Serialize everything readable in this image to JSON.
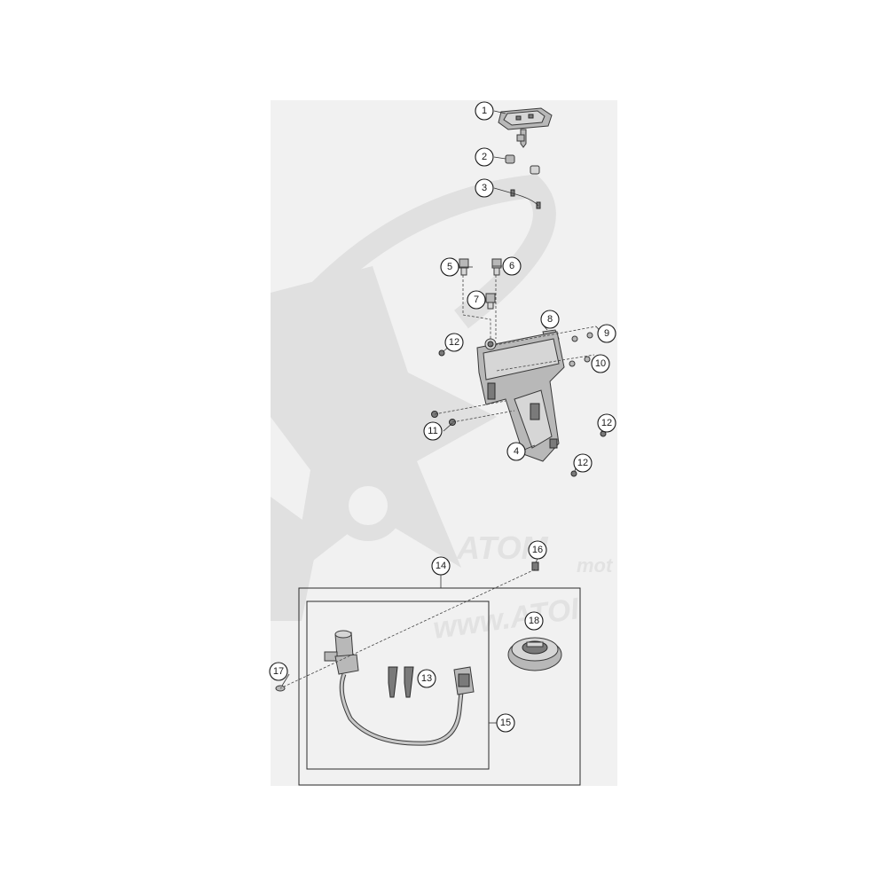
{
  "watermark": {
    "brand": "ATOM",
    "sub": "mot",
    "url": "www.ATOI"
  },
  "callouts": [
    {
      "n": "1"
    },
    {
      "n": "2"
    },
    {
      "n": "3"
    },
    {
      "n": "4"
    },
    {
      "n": "5"
    },
    {
      "n": "6"
    },
    {
      "n": "7"
    },
    {
      "n": "8"
    },
    {
      "n": "9"
    },
    {
      "n": "10"
    },
    {
      "n": "11"
    },
    {
      "n": "12"
    },
    {
      "n": "12"
    },
    {
      "n": "12"
    },
    {
      "n": "13"
    },
    {
      "n": "14"
    },
    {
      "n": "15"
    },
    {
      "n": "16"
    },
    {
      "n": "17"
    },
    {
      "n": "18"
    }
  ],
  "colors": {
    "panel_background": "#f1f1f1",
    "watermark": "#e0e0e0",
    "part_fill": "#b8b8b8",
    "outline": "#1a1a1a"
  }
}
